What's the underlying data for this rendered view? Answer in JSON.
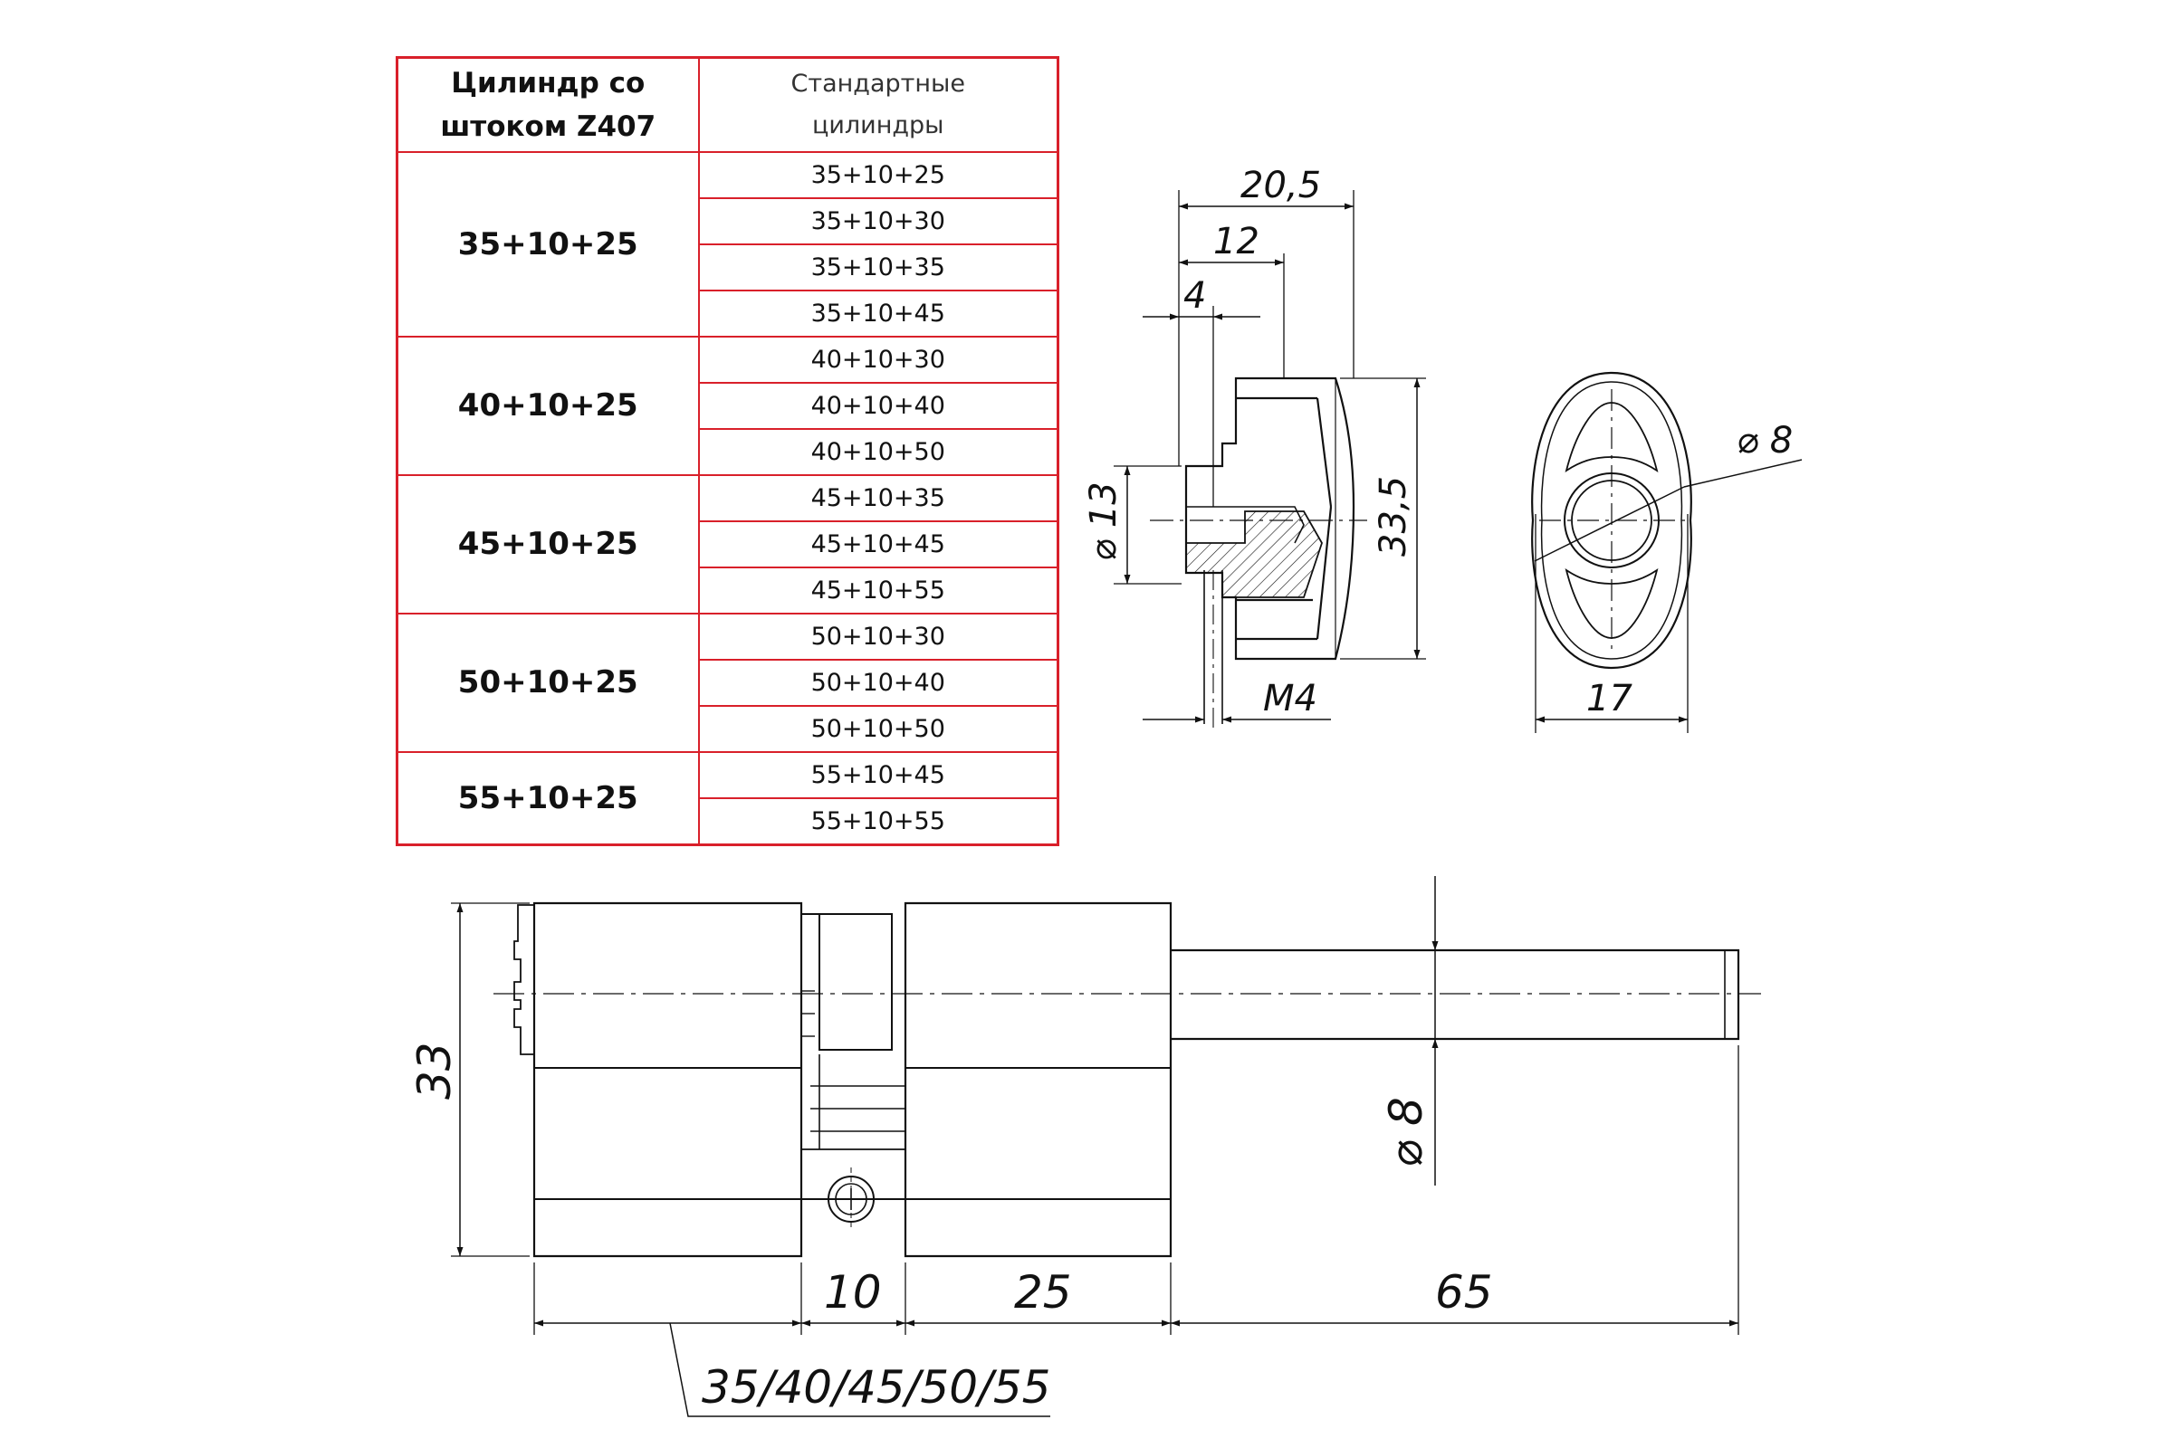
{
  "table": {
    "header_left_line1": "Цилиндр со",
    "header_left_line2": "штоком Z407",
    "header_right_line1": "Стандартные",
    "header_right_line2": "цилиндры",
    "groups": [
      {
        "rod": "35+10+25",
        "standard": [
          "35+10+25",
          "35+10+30",
          "35+10+35",
          "35+10+45"
        ]
      },
      {
        "rod": "40+10+25",
        "standard": [
          "40+10+30",
          "40+10+40",
          "40+10+50"
        ]
      },
      {
        "rod": "45+10+25",
        "standard": [
          "45+10+35",
          "45+10+45",
          "45+10+55"
        ]
      },
      {
        "rod": "50+10+25",
        "standard": [
          "50+10+30",
          "50+10+40",
          "50+10+50"
        ]
      },
      {
        "rod": "55+10+25",
        "standard": [
          "55+10+45",
          "55+10+55"
        ]
      }
    ]
  },
  "knob_side": {
    "dim_20_5": "20,5",
    "dim_12": "12",
    "dim_4": "4",
    "dim_d13": "⌀ 13",
    "dim_33_5": "33,5",
    "dim_m4": "M4"
  },
  "knob_front": {
    "dim_d8": "⌀ 8",
    "dim_17": "17"
  },
  "cylinder": {
    "dim_33": "33",
    "dim_d8": "⌀ 8",
    "dim_10": "10",
    "dim_25": "25",
    "dim_65": "65",
    "dim_length": "35/40/45/50/55"
  },
  "colors": {
    "table_border": "#d9202a",
    "line": "#111111"
  }
}
